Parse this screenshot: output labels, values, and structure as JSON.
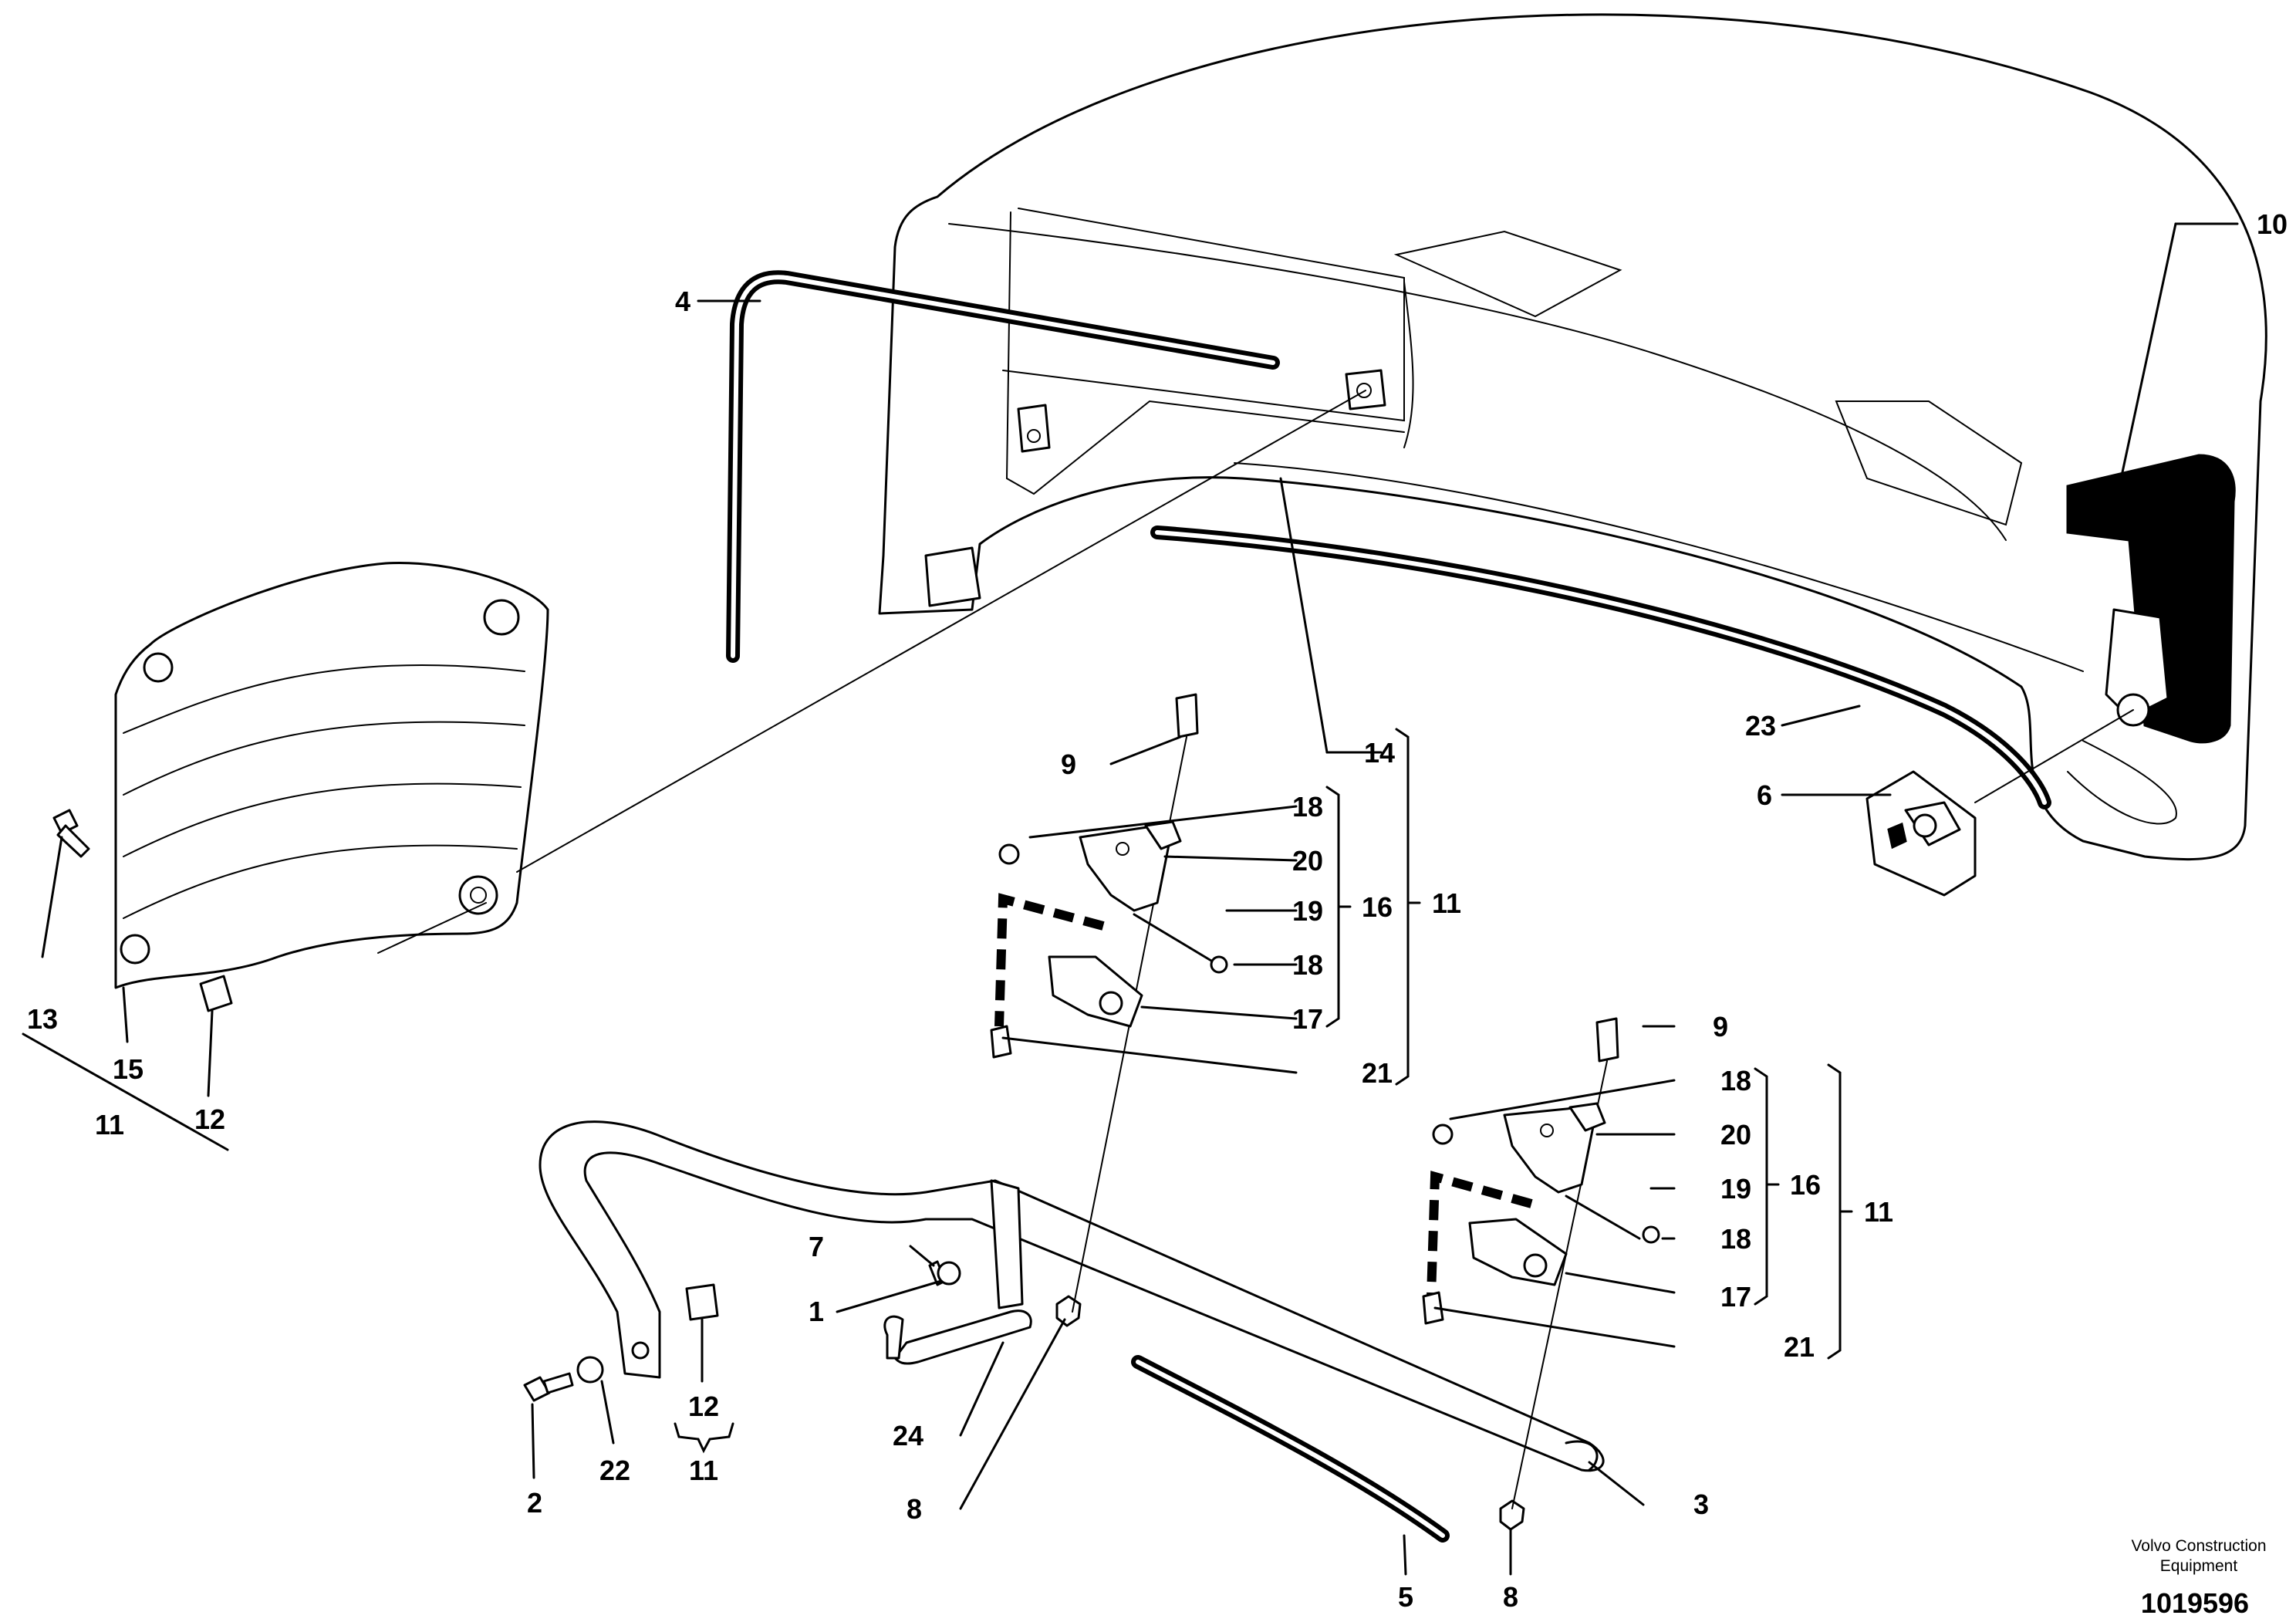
{
  "callouts": {
    "c1": "1",
    "c2": "2",
    "c3": "3",
    "c4": "4",
    "c5": "5",
    "c6": "6",
    "c7": "7",
    "c8a": "8",
    "c8b": "8",
    "c9a": "9",
    "c9b": "9",
    "c10": "10",
    "c11a": "11",
    "c11b": "11",
    "c11c": "11",
    "c11d": "11",
    "c12a": "12",
    "c12b": "12",
    "c13": "13",
    "c14": "14",
    "c15": "15",
    "c16a": "16",
    "c16b": "16",
    "c17a": "17",
    "c17b": "17",
    "c18a": "18",
    "c18b": "18",
    "c18c": "18",
    "c18d": "18",
    "c19a": "19",
    "c19b": "19",
    "c20a": "20",
    "c20b": "20",
    "c21a": "21",
    "c21b": "21",
    "c22": "22",
    "c23": "23",
    "c24": "24"
  },
  "footer": {
    "brand_line1": "Volvo Construction",
    "brand_line2": "Equipment",
    "drawing_number": "1019596"
  }
}
